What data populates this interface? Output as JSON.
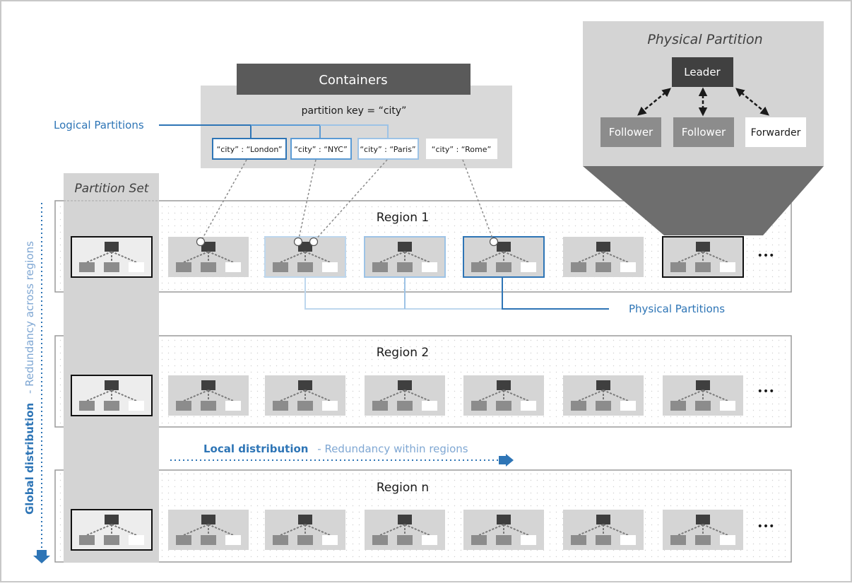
{
  "containers": {
    "title": "Containers",
    "partition_key": "partition key = “city”",
    "logical_keys": [
      "“city” : “London”",
      "“city” : “NYC”",
      "“city” : “Paris”",
      "“city” : “Rome”"
    ]
  },
  "labels": {
    "logical_partitions": "Logical Partitions",
    "physical_partitions": "Physical Partitions",
    "partition_set": "Partition Set",
    "global_distribution": "Global distribution",
    "global_redundancy": "- Redundancy across regions",
    "local_distribution": "Local distribution",
    "local_redundancy": "- Redundancy within regions",
    "more": "•••"
  },
  "regions": [
    {
      "name": "Region 1"
    },
    {
      "name": "Region 2"
    },
    {
      "name": "Region n"
    }
  ],
  "physical_partition": {
    "title": "Physical Partition",
    "leader": "Leader",
    "followers": [
      "Follower",
      "Follower"
    ],
    "forwarder": "Forwarder"
  },
  "colors": {
    "accent_blue": "#2e75b6",
    "light_blue": "#9dc3e6",
    "mid_blue": "#5b9bd5",
    "panel_gray": "#d9d9d9",
    "dark_gray": "#595959"
  }
}
